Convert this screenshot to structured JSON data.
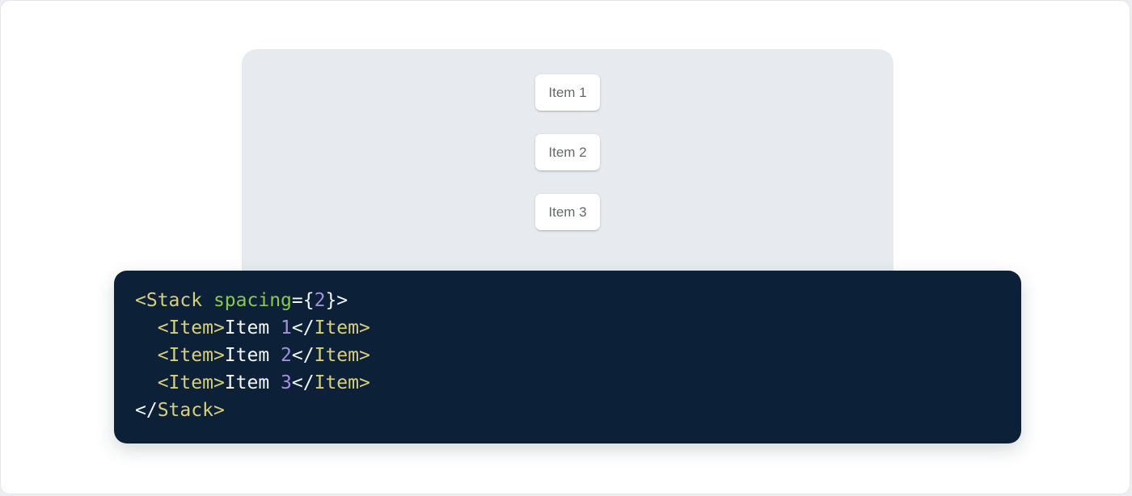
{
  "demo": {
    "panel_bg": "#E7EBF0",
    "items": [
      {
        "label": "Item 1"
      },
      {
        "label": "Item 2"
      },
      {
        "label": "Item 3"
      }
    ]
  },
  "code": {
    "bg": "#0C2137",
    "colors": {
      "tag": "#D8CF7D",
      "attr": "#8CC84B",
      "num": "#A48FE1",
      "plain": "#F5F6F7"
    },
    "text": "<Stack spacing={2}>\n  <Item>Item 1</Item>\n  <Item>Item 2</Item>\n  <Item>Item 3</Item>\n</Stack>",
    "lines": [
      [
        {
          "t": "<Stack",
          "c": "tag"
        },
        {
          "t": " ",
          "c": "plain"
        },
        {
          "t": "spacing",
          "c": "attr"
        },
        {
          "t": "={",
          "c": "plain"
        },
        {
          "t": "2",
          "c": "num"
        },
        {
          "t": "}>",
          "c": "plain"
        }
      ],
      [
        {
          "t": "  ",
          "c": "plain"
        },
        {
          "t": "<Item>",
          "c": "tag"
        },
        {
          "t": "Item ",
          "c": "plain"
        },
        {
          "t": "1",
          "c": "num"
        },
        {
          "t": "</",
          "c": "plain"
        },
        {
          "t": "Item>",
          "c": "tag"
        }
      ],
      [
        {
          "t": "  ",
          "c": "plain"
        },
        {
          "t": "<Item>",
          "c": "tag"
        },
        {
          "t": "Item ",
          "c": "plain"
        },
        {
          "t": "2",
          "c": "num"
        },
        {
          "t": "</",
          "c": "plain"
        },
        {
          "t": "Item>",
          "c": "tag"
        }
      ],
      [
        {
          "t": "  ",
          "c": "plain"
        },
        {
          "t": "<Item>",
          "c": "tag"
        },
        {
          "t": "Item ",
          "c": "plain"
        },
        {
          "t": "3",
          "c": "num"
        },
        {
          "t": "</",
          "c": "plain"
        },
        {
          "t": "Item>",
          "c": "tag"
        }
      ],
      [
        {
          "t": "</",
          "c": "plain"
        },
        {
          "t": "Stack>",
          "c": "tag"
        }
      ]
    ]
  }
}
